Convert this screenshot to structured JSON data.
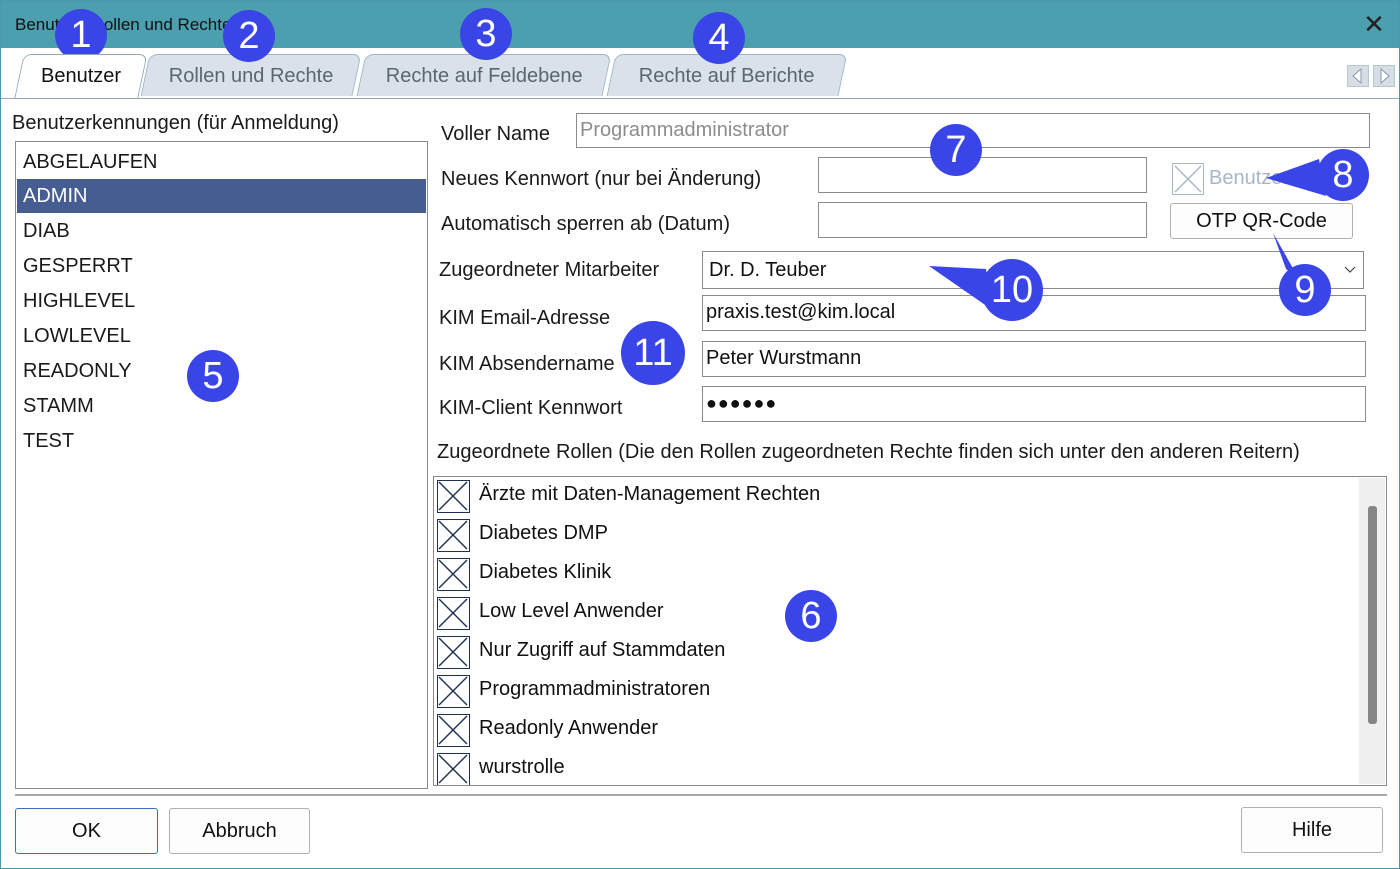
{
  "window": {
    "title": "Benutzer, Rollen und Rechte",
    "close_glyph": "✕"
  },
  "tabs": [
    {
      "label": "Benutzer",
      "active": true
    },
    {
      "label": "Rollen und Rechte",
      "active": false
    },
    {
      "label": "Rechte auf Feldebene",
      "active": false
    },
    {
      "label": "Rechte auf Berichte",
      "active": false
    }
  ],
  "left": {
    "heading": "Benutzerkennungen (für Anmeldung)",
    "users": [
      "ABGELAUFEN",
      "ADMIN",
      "DIAB",
      "GESPERRT",
      "HIGHLEVEL",
      "LOWLEVEL",
      "READONLY",
      "STAMM",
      "TEST"
    ],
    "selected": "ADMIN"
  },
  "form": {
    "full_name_label": "Voller Name",
    "full_name_value": "Programmadministrator",
    "new_password_label": "Neues Kennwort (nur bei Änderung)",
    "new_password_value": "",
    "auto_lock_label": "Automatisch sperren ab (Datum)",
    "auto_lock_value": "",
    "checkbox_label": "Benutzer",
    "otp_button": "OTP QR-Code",
    "employee_label": "Zugeordneter Mitarbeiter",
    "employee_value": "Dr. D. Teuber",
    "kim_email_label": "KIM Email-Adresse",
    "kim_email_value": "praxis.test@kim.local",
    "kim_sender_label": "KIM Absendername",
    "kim_sender_value": "Peter Wurstmann",
    "kim_password_label": "KIM-Client Kennwort",
    "kim_password_value": "●●●●●●"
  },
  "roles": {
    "heading": "Zugeordnete Rollen (Die den Rollen zugeordneten Rechte finden sich unter den anderen Reitern)",
    "items": [
      "Ärzte mit Daten-Management Rechten",
      "Diabetes DMP",
      "Diabetes Klinik",
      "Low Level Anwender",
      "Nur Zugriff auf Stammdaten",
      "Programmadministratoren",
      "Readonly Anwender",
      "wurstrolle"
    ]
  },
  "buttons": {
    "ok": "OK",
    "cancel": "Abbruch",
    "help": "Hilfe"
  },
  "annotations": [
    "1",
    "2",
    "3",
    "4",
    "5",
    "6",
    "7",
    "8",
    "9",
    "10",
    "11"
  ],
  "colors": {
    "titlebar": "#4b9fae",
    "selection": "#465d92",
    "badge": "#3a45e8"
  }
}
